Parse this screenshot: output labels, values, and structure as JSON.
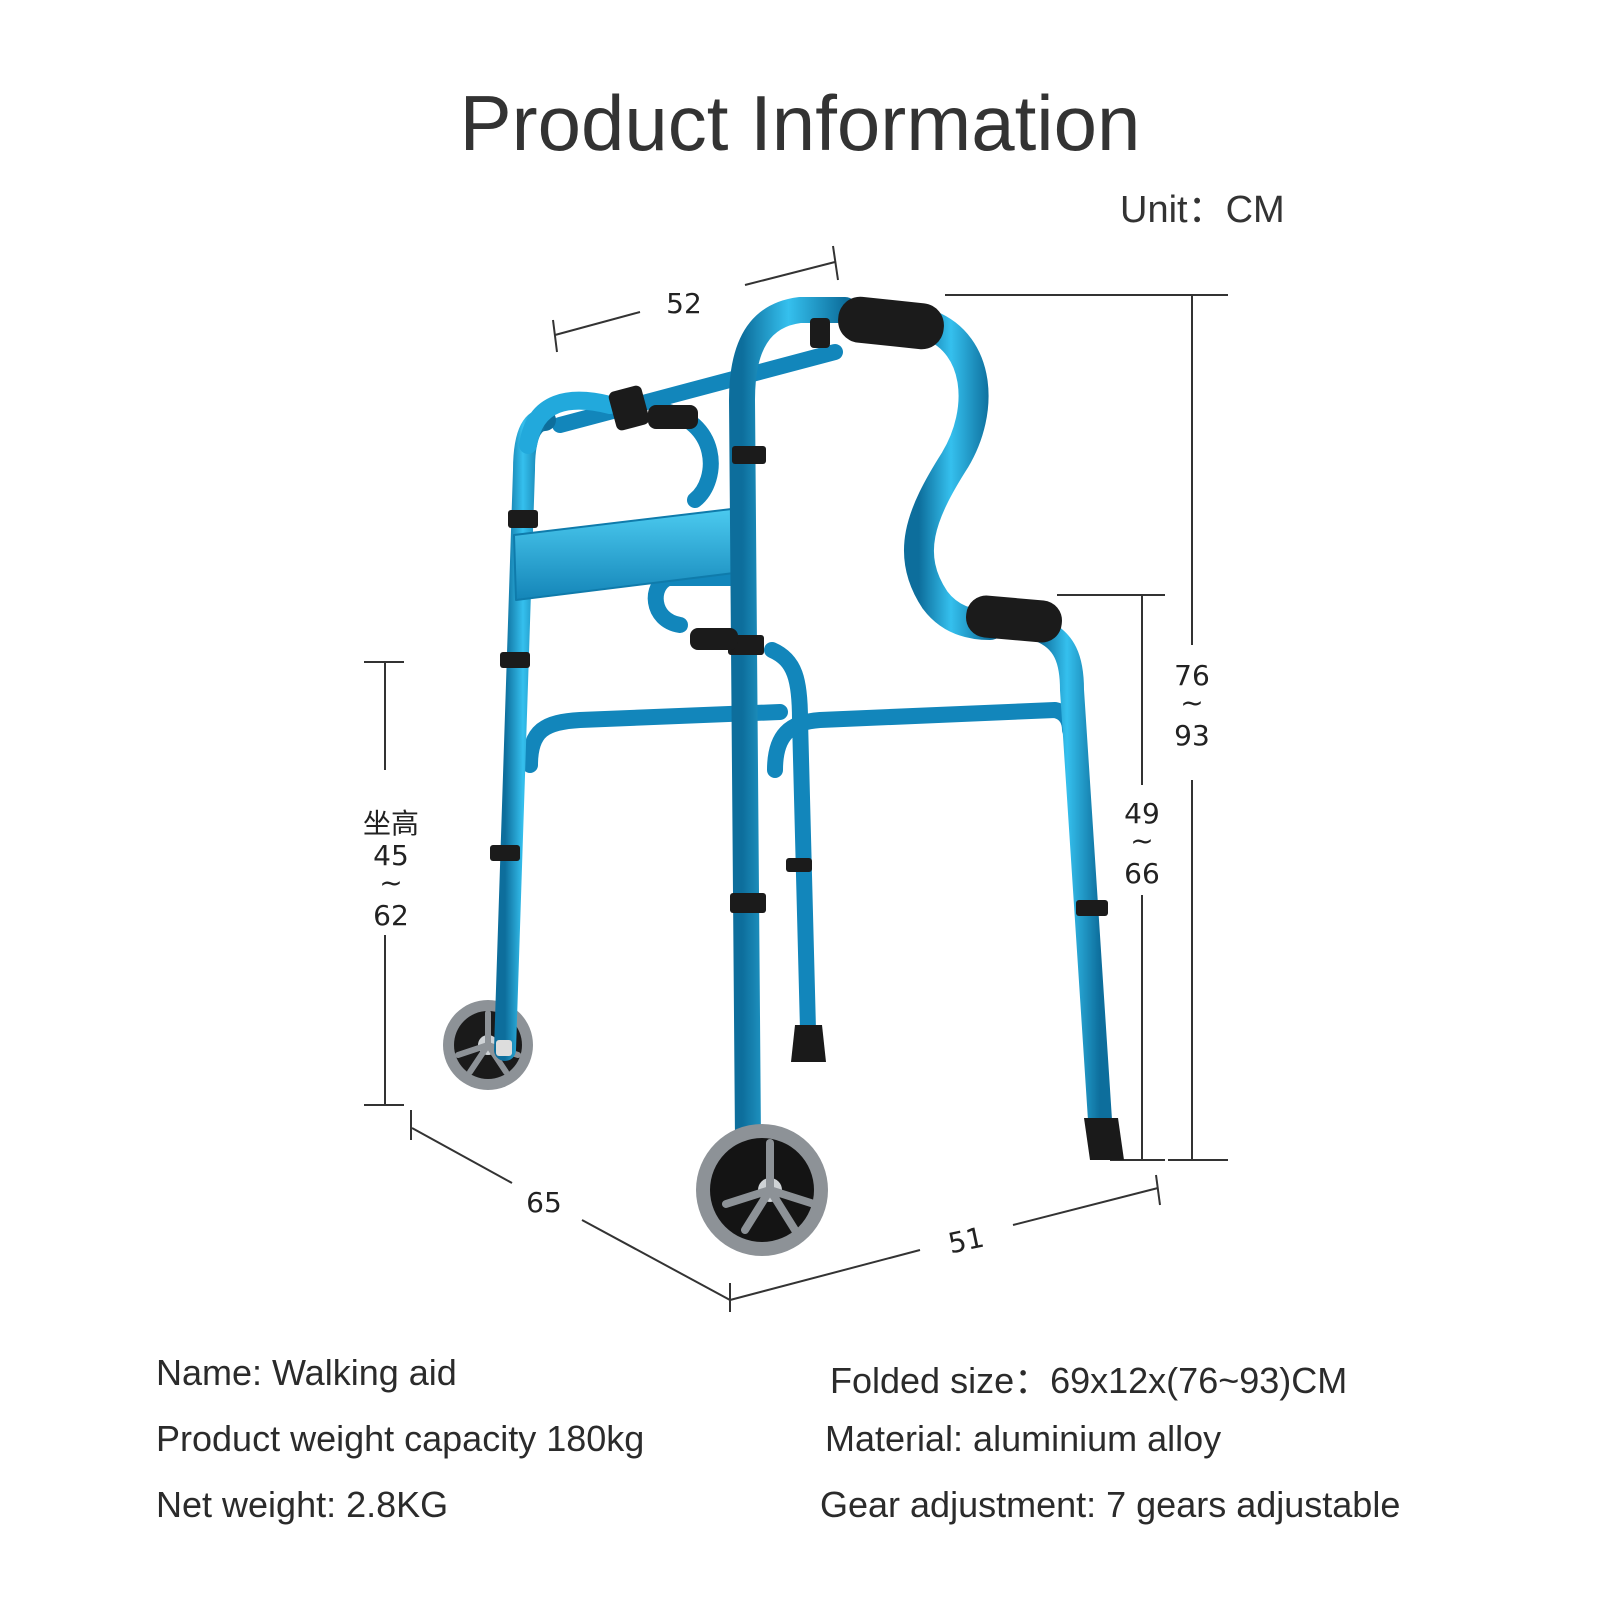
{
  "title": "Product Information",
  "unit": "Unit：CM",
  "dimensions": {
    "top_width": "52",
    "depth": "65",
    "bottom_width": "51",
    "total_height_min": "76",
    "total_height_sep": "~",
    "total_height_max": "93",
    "handle_height_min": "49",
    "handle_height_sep": "~",
    "handle_height_max": "66",
    "seat_label": "坐高",
    "seat_height_min": "45",
    "seat_height_sep": "~",
    "seat_height_max": "62"
  },
  "specs": {
    "name": "Name: Walking aid",
    "capacity": "Product weight capacity 180kg",
    "net_weight": "Net weight: 2.8KG",
    "folded": "Folded size：69x12x(76~93)CM",
    "material": "Material: aluminium alloy",
    "gear": "Gear adjustment: 7 gears adjustable"
  },
  "colors": {
    "frame": "#1a9ed1",
    "frame_dark": "#0f6f9a",
    "grip": "#1b1b1b",
    "wheel": "#8a8f94"
  }
}
